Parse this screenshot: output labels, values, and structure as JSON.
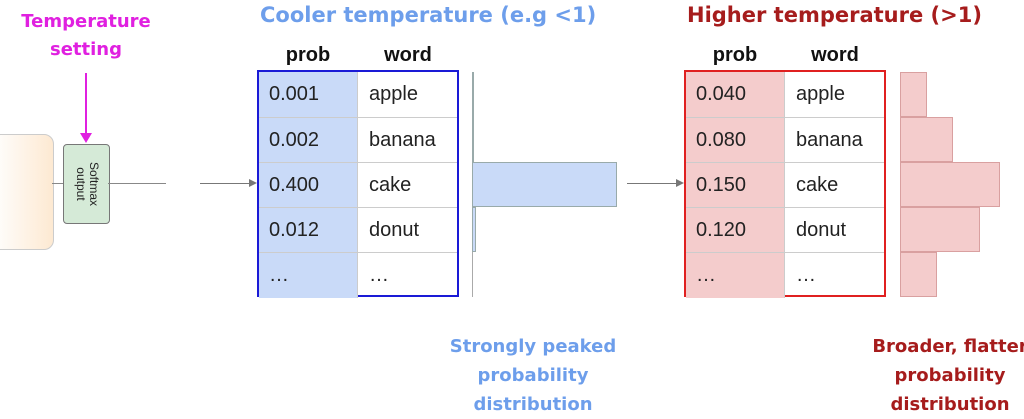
{
  "temperature_label": [
    "Temperature",
    "setting"
  ],
  "softmax_label": [
    "Softmax",
    "output"
  ],
  "cool": {
    "title": "Cooler temperature (e.g <1)",
    "headers": {
      "prob": "prob",
      "word": "word"
    },
    "rows": [
      {
        "prob": "0.001",
        "word": "apple",
        "value": 0.001
      },
      {
        "prob": "0.002",
        "word": "banana",
        "value": 0.002
      },
      {
        "prob": "0.400",
        "word": "cake",
        "value": 0.4
      },
      {
        "prob": "0.012",
        "word": "donut",
        "value": 0.012
      },
      {
        "prob": "…",
        "word": "…"
      }
    ],
    "caption": [
      "Strongly peaked",
      "probability",
      "distribution"
    ],
    "color": "#6d9eeb"
  },
  "hot": {
    "title": "Higher temperature (>1)",
    "headers": {
      "prob": "prob",
      "word": "word"
    },
    "rows": [
      {
        "prob": "0.040",
        "word": "apple",
        "value": 0.04
      },
      {
        "prob": "0.080",
        "word": "banana",
        "value": 0.08
      },
      {
        "prob": "0.150",
        "word": "cake",
        "value": 0.15
      },
      {
        "prob": "0.120",
        "word": "donut",
        "value": 0.12
      },
      {
        "prob": "…",
        "word": "…",
        "value": 0.055
      }
    ],
    "caption": [
      "Broader, flatter",
      "probability",
      "distribution"
    ],
    "color": "#a61c1c"
  }
}
